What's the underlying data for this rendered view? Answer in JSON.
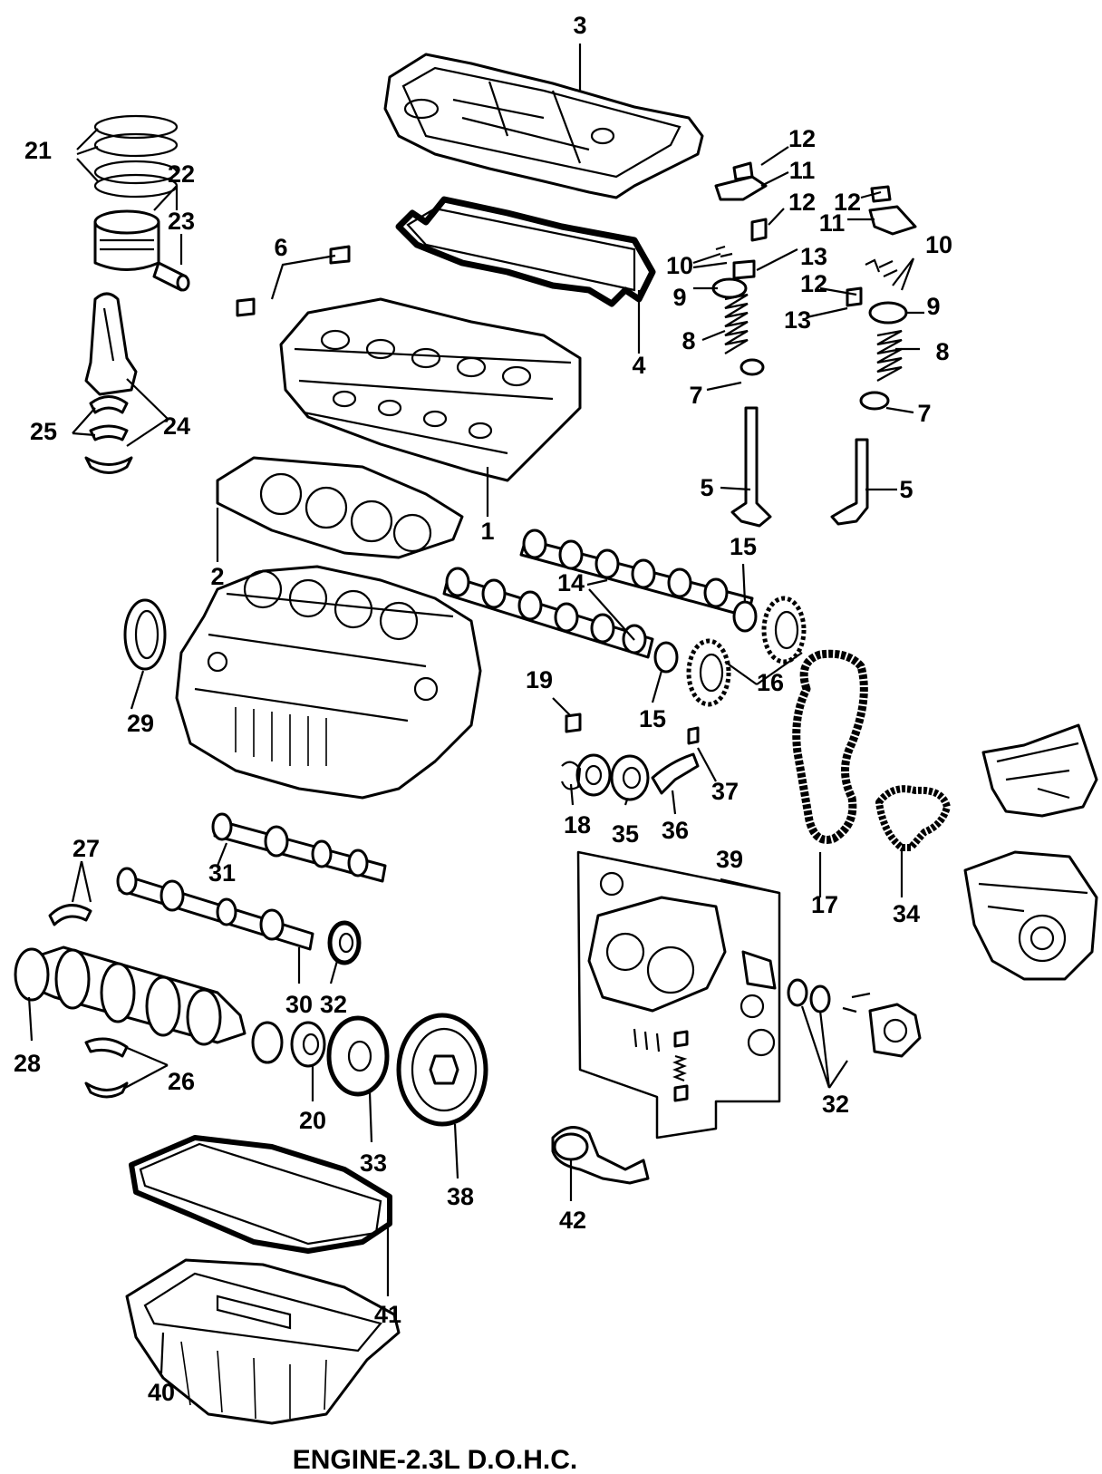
{
  "caption": "ENGINE-2.3L D.O.H.C.",
  "labels": {
    "l1": "1",
    "l2": "2",
    "l3": "3",
    "l4": "4",
    "l5a": "5",
    "l5b": "5",
    "l6": "6",
    "l7a": "7",
    "l7b": "7",
    "l8a": "8",
    "l8b": "8",
    "l9a": "9",
    "l9b": "9",
    "l10a": "10",
    "l10b": "10",
    "l11a": "11",
    "l11b": "11",
    "l12a": "12",
    "l12b": "12",
    "l12c": "12",
    "l12d": "12",
    "l13a": "13",
    "l13b": "13",
    "l14": "14",
    "l15a": "15",
    "l15b": "15",
    "l16": "16",
    "l17": "17",
    "l18": "18",
    "l19": "19",
    "l20": "20",
    "l21": "21",
    "l22": "22",
    "l23": "23",
    "l24": "24",
    "l25": "25",
    "l26": "26",
    "l27": "27",
    "l28": "28",
    "l29": "29",
    "l30": "30",
    "l31": "31",
    "l32a": "32",
    "l32b": "32",
    "l33": "33",
    "l34": "34",
    "l35": "35",
    "l36": "36",
    "l37": "37",
    "l38": "38",
    "l39": "39",
    "l40": "40",
    "l41": "41",
    "l42": "42"
  }
}
